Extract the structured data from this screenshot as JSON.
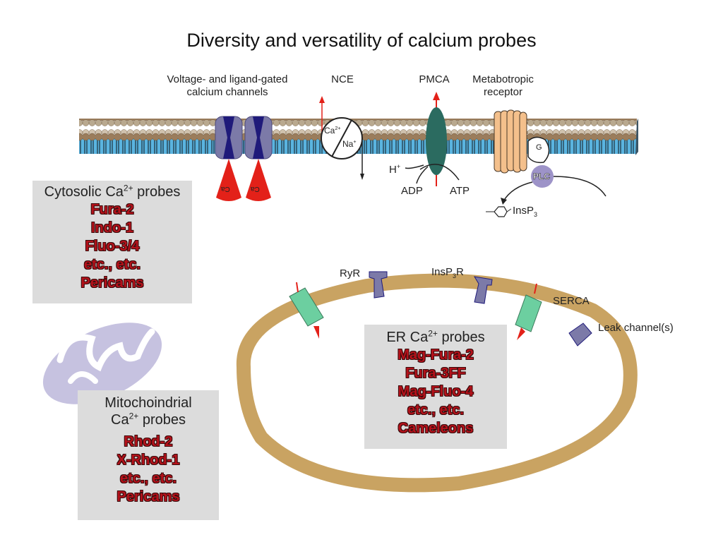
{
  "title": "Diversity and versatility of calcium probes",
  "plasma_membrane": {
    "labels": {
      "vgcc_line1": "Voltage- and ligand-gated",
      "vgcc_line2": "calcium channels",
      "nce": "NCE",
      "pmca": "PMCA",
      "metabotropic_line1": "Metabotropic",
      "metabotropic_line2": "receptor"
    },
    "nce_ions": {
      "ca": "Ca",
      "ca_charge": "2+",
      "na": "Na",
      "na_charge": "+"
    },
    "pmca_ions": {
      "h": "H",
      "h_charge": "+",
      "adp": "ADP",
      "atp": "ATP"
    },
    "g_protein": "G",
    "plc": "PLC",
    "insp3": {
      "base": "InsP",
      "sub": "3"
    },
    "channel_flux_label": "Ca"
  },
  "er": {
    "labels": {
      "ryr": "RyR",
      "insp3r_base": "InsP",
      "insp3r_sub": "3",
      "insp3r_suffix": "R",
      "serca": "SERCA",
      "leak": "Leak channel(s)"
    }
  },
  "probe_boxes": {
    "cytosolic": {
      "head_pre": "Cytosolic Ca",
      "head_sup": "2+",
      "head_post": " probes",
      "probes": [
        "Fura-2",
        "Indo-1",
        "Fluo-3/4",
        "etc., etc.",
        "Pericams"
      ]
    },
    "er": {
      "head_pre": "ER Ca",
      "head_sup": "2+",
      "head_post": " probes",
      "probes": [
        "Mag-Fura-2",
        "Fura-3FF",
        "Mag-Fluo-4",
        "etc., etc.",
        "Cameleons"
      ]
    },
    "mitochondrial": {
      "head_line1": "Mitochoindrial",
      "head_pre": "Ca",
      "head_sup": "2+",
      "head_post": " probes",
      "probes": [
        "Rhod-2",
        "X-Rhod-1",
        "etc., etc.",
        "Pericams"
      ]
    }
  },
  "colors": {
    "membrane_head": "#a08463",
    "membrane_tail": "#5ab4e0",
    "channel": "#7c7aa8",
    "channel_pore": "#1f1a7a",
    "pmca": "#2b6b60",
    "receptor": "#f4c08c",
    "plc": "#9d93c8",
    "er_membrane": "#c9a362",
    "serca": "#6ccfa0",
    "mito": "#c6c2e0",
    "probe_text": "#b5121b",
    "flux_red": "#e32119",
    "box_bg": "#dcdcdc"
  }
}
